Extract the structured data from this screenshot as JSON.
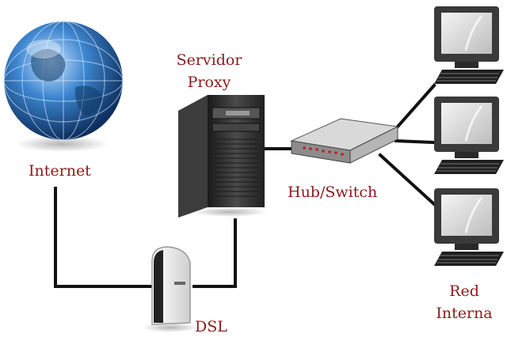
{
  "labels": {
    "internet": "Internet",
    "proxy_line1": "Servidor",
    "proxy_line2": "Proxy",
    "hub": "Hub/Switch",
    "dsl": "DSL",
    "red_line1": "Red",
    "red_line2": "Interna"
  },
  "colors": {
    "label": "#8b1a1a",
    "connector": "#111111",
    "globe": "#2d6fb8",
    "server": "#2b2b2b",
    "monitor": "#3a3a3a"
  },
  "icons": [
    "globe-icon",
    "server-icon",
    "hub-icon",
    "dsl-modem-icon",
    "computer-icon"
  ]
}
